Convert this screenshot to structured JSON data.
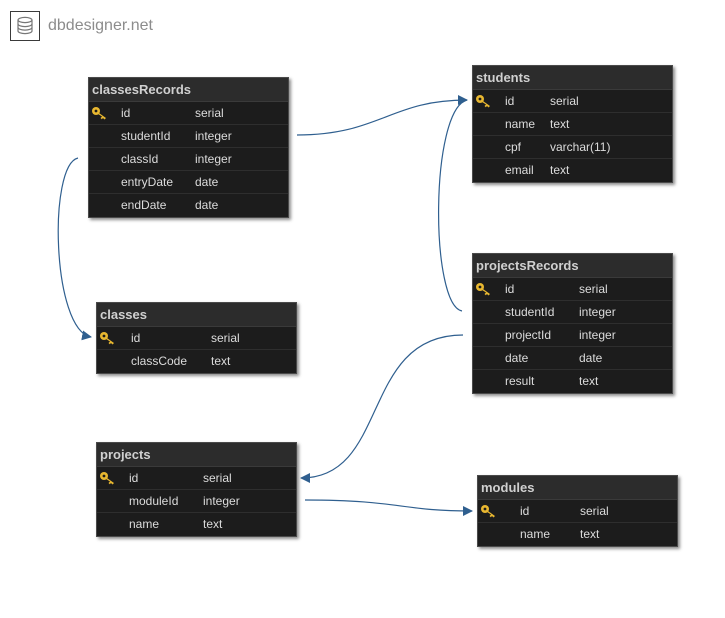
{
  "brand": {
    "name": "dbdesigner.net",
    "icon": "database-icon"
  },
  "tables": {
    "classesRecords": {
      "title": "classesRecords",
      "rows": [
        {
          "name": "id",
          "type": "serial",
          "pk": true
        },
        {
          "name": "studentId",
          "type": "integer"
        },
        {
          "name": "classId",
          "type": "integer"
        },
        {
          "name": "entryDate",
          "type": "date"
        },
        {
          "name": "endDate",
          "type": "date"
        }
      ]
    },
    "students": {
      "title": "students",
      "rows": [
        {
          "name": "id",
          "type": "serial",
          "pk": true
        },
        {
          "name": "name",
          "type": "text"
        },
        {
          "name": "cpf",
          "type": "varchar(11)"
        },
        {
          "name": "email",
          "type": "text"
        }
      ]
    },
    "projectsRecords": {
      "title": "projectsRecords",
      "rows": [
        {
          "name": "id",
          "type": "serial",
          "pk": true
        },
        {
          "name": "studentId",
          "type": "integer"
        },
        {
          "name": "projectId",
          "type": "integer"
        },
        {
          "name": "date",
          "type": "date"
        },
        {
          "name": "result",
          "type": "text"
        }
      ]
    },
    "classes": {
      "title": "classes",
      "rows": [
        {
          "name": "id",
          "type": "serial",
          "pk": true
        },
        {
          "name": "classCode",
          "type": "text"
        }
      ]
    },
    "projects": {
      "title": "projects",
      "rows": [
        {
          "name": "id",
          "type": "serial",
          "pk": true
        },
        {
          "name": "moduleId",
          "type": "integer"
        },
        {
          "name": "name",
          "type": "text"
        }
      ]
    },
    "modules": {
      "title": "modules",
      "rows": [
        {
          "name": "id",
          "type": "serial",
          "pk": true
        },
        {
          "name": "name",
          "type": "text"
        }
      ]
    }
  },
  "colors": {
    "link": "#2f5f8f",
    "table_bg": "#1c1c1c",
    "header_bg": "#2c2c2c",
    "key_icon": "#e8b730"
  }
}
